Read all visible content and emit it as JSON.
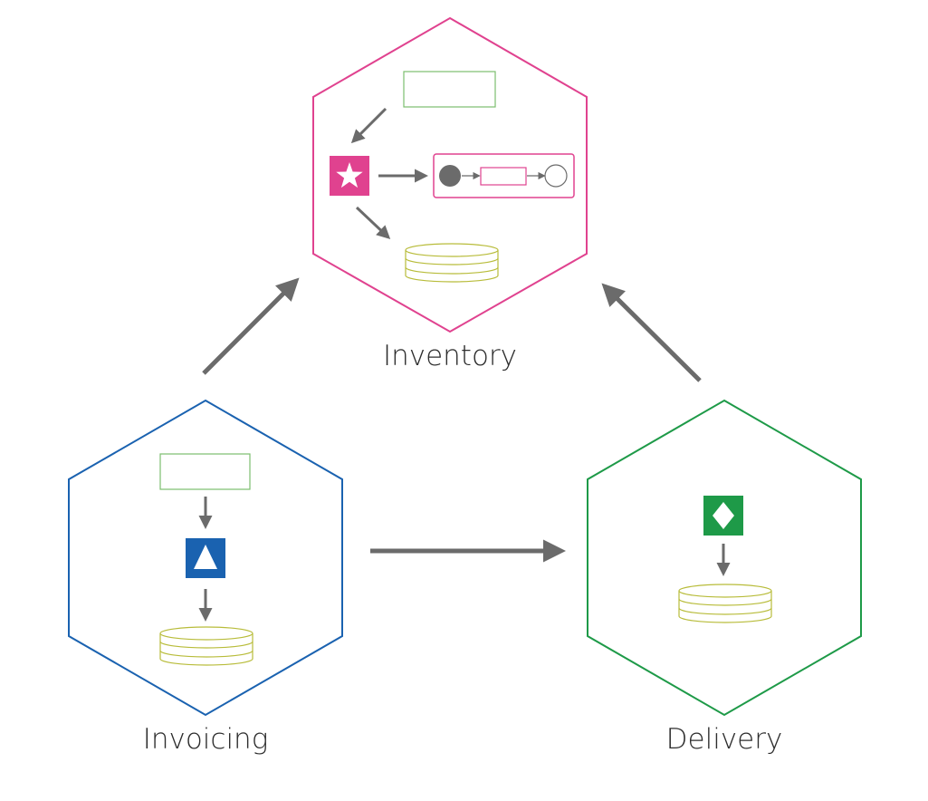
{
  "services": {
    "inventory": {
      "label": "Inventory",
      "color": "#e0428f"
    },
    "invoicing": {
      "label": "Invoicing",
      "color": "#1a62b0"
    },
    "delivery": {
      "label": "Delivery",
      "color": "#1e9a48"
    }
  },
  "colors": {
    "arrow": "#6b6b6b",
    "ui_box": "#7cbd6e",
    "database": "#b8bc3a",
    "process_node": "#6b6b6b"
  },
  "icons": {
    "inventory_component": "star-icon",
    "invoicing_component": "triangle-icon",
    "delivery_component": "diamond-icon",
    "storage": "database-icon"
  }
}
